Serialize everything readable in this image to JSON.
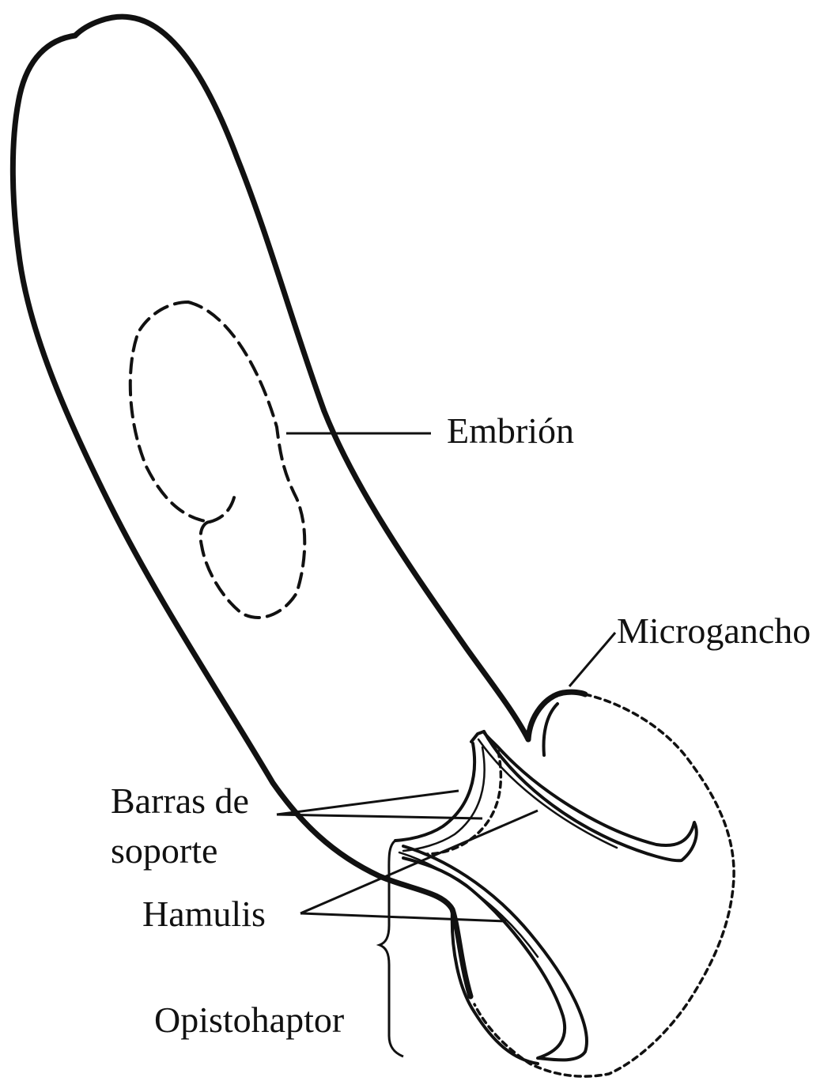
{
  "labels": {
    "embrion": "Embrión",
    "microgancho": "Microgancho",
    "barras_line1": "Barras de",
    "barras_line2": "soporte",
    "hamulis": "Hamulis",
    "opistohaptor": "Opistohaptor"
  }
}
